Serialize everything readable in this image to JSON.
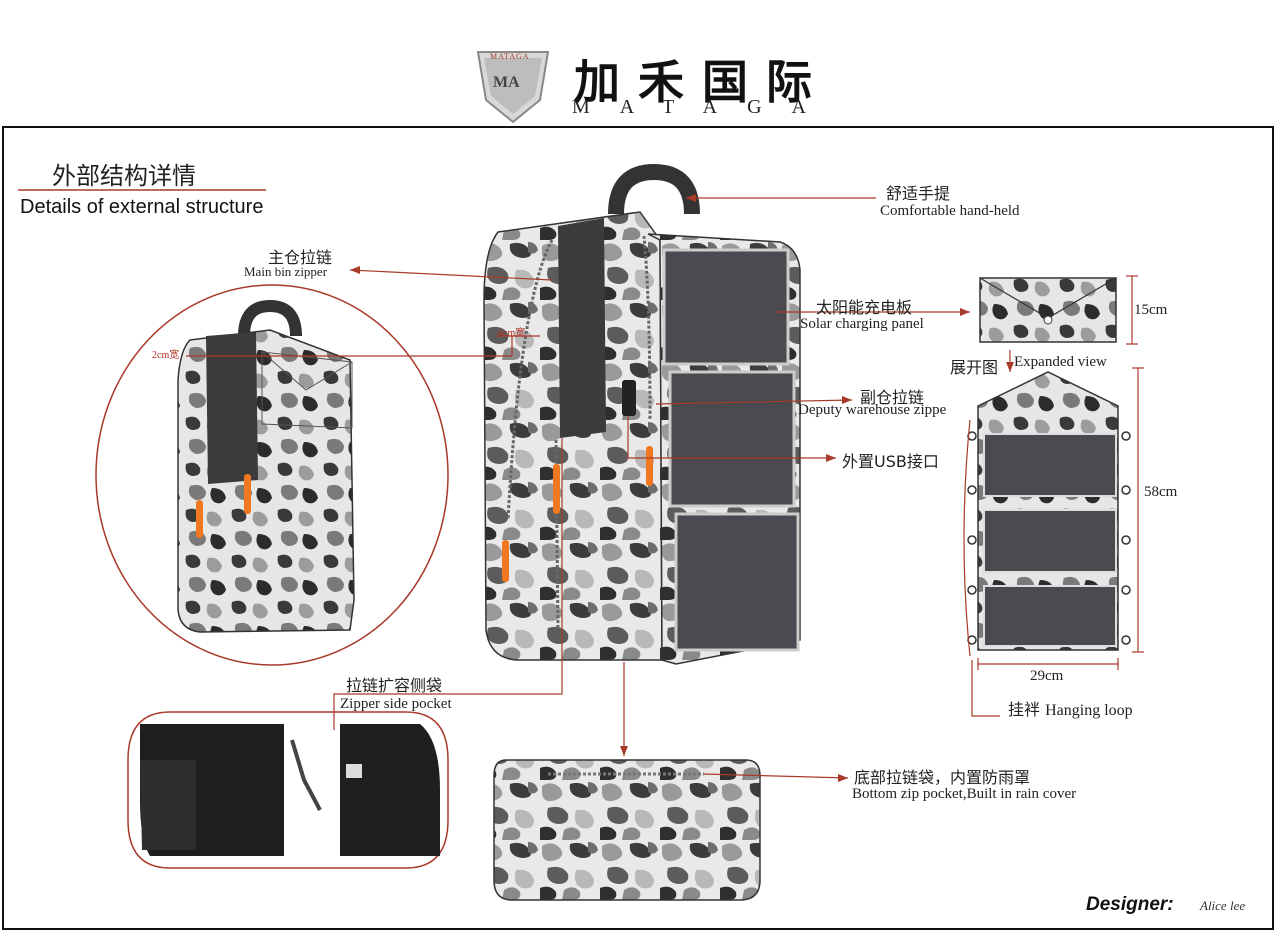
{
  "logo": {
    "badge_top": "MATAGA",
    "badge_mono": "MA",
    "chinese": "加禾国际",
    "english": "MATAGA"
  },
  "section": {
    "title_cn": "外部结构详情",
    "title_en": "Details of external structure"
  },
  "labels": {
    "handle": {
      "cn": "舒适手提",
      "en": "Comfortable hand-held"
    },
    "main_zipper": {
      "cn": "主仓拉链",
      "en": "Main bin zipper"
    },
    "solar": {
      "cn": "太阳能充电板",
      "en": "Solar charging panel"
    },
    "deputy_zipper": {
      "cn": "副仓拉链",
      "en": "Deputy warehouse zippe"
    },
    "usb": {
      "cn": "外置USB接口"
    },
    "side_pocket": {
      "cn": "拉链扩容侧袋",
      "en": "Zipper side pocket"
    },
    "bottom_pocket": {
      "cn": "底部拉链袋，内置防雨罩",
      "en": "Bottom zip pocket,Built in rain cover"
    },
    "expanded": {
      "cn": "展开图",
      "en": "Expanded view"
    },
    "hanging_loop": {
      "cn": "挂袢",
      "en": "Hanging loop"
    }
  },
  "dimensions": {
    "height_folded": "15cm",
    "height_expanded": "58cm",
    "width": "29cm",
    "strip_width": "2cm宽",
    "strip_width_2": "6cm宽"
  },
  "designer": {
    "label": "Designer:",
    "signature": "Alice lee"
  },
  "colors": {
    "accent_line": "#a83a2a",
    "frame": "#111111",
    "panel": "#4a4a50",
    "zipper_pull": "#f07820"
  }
}
